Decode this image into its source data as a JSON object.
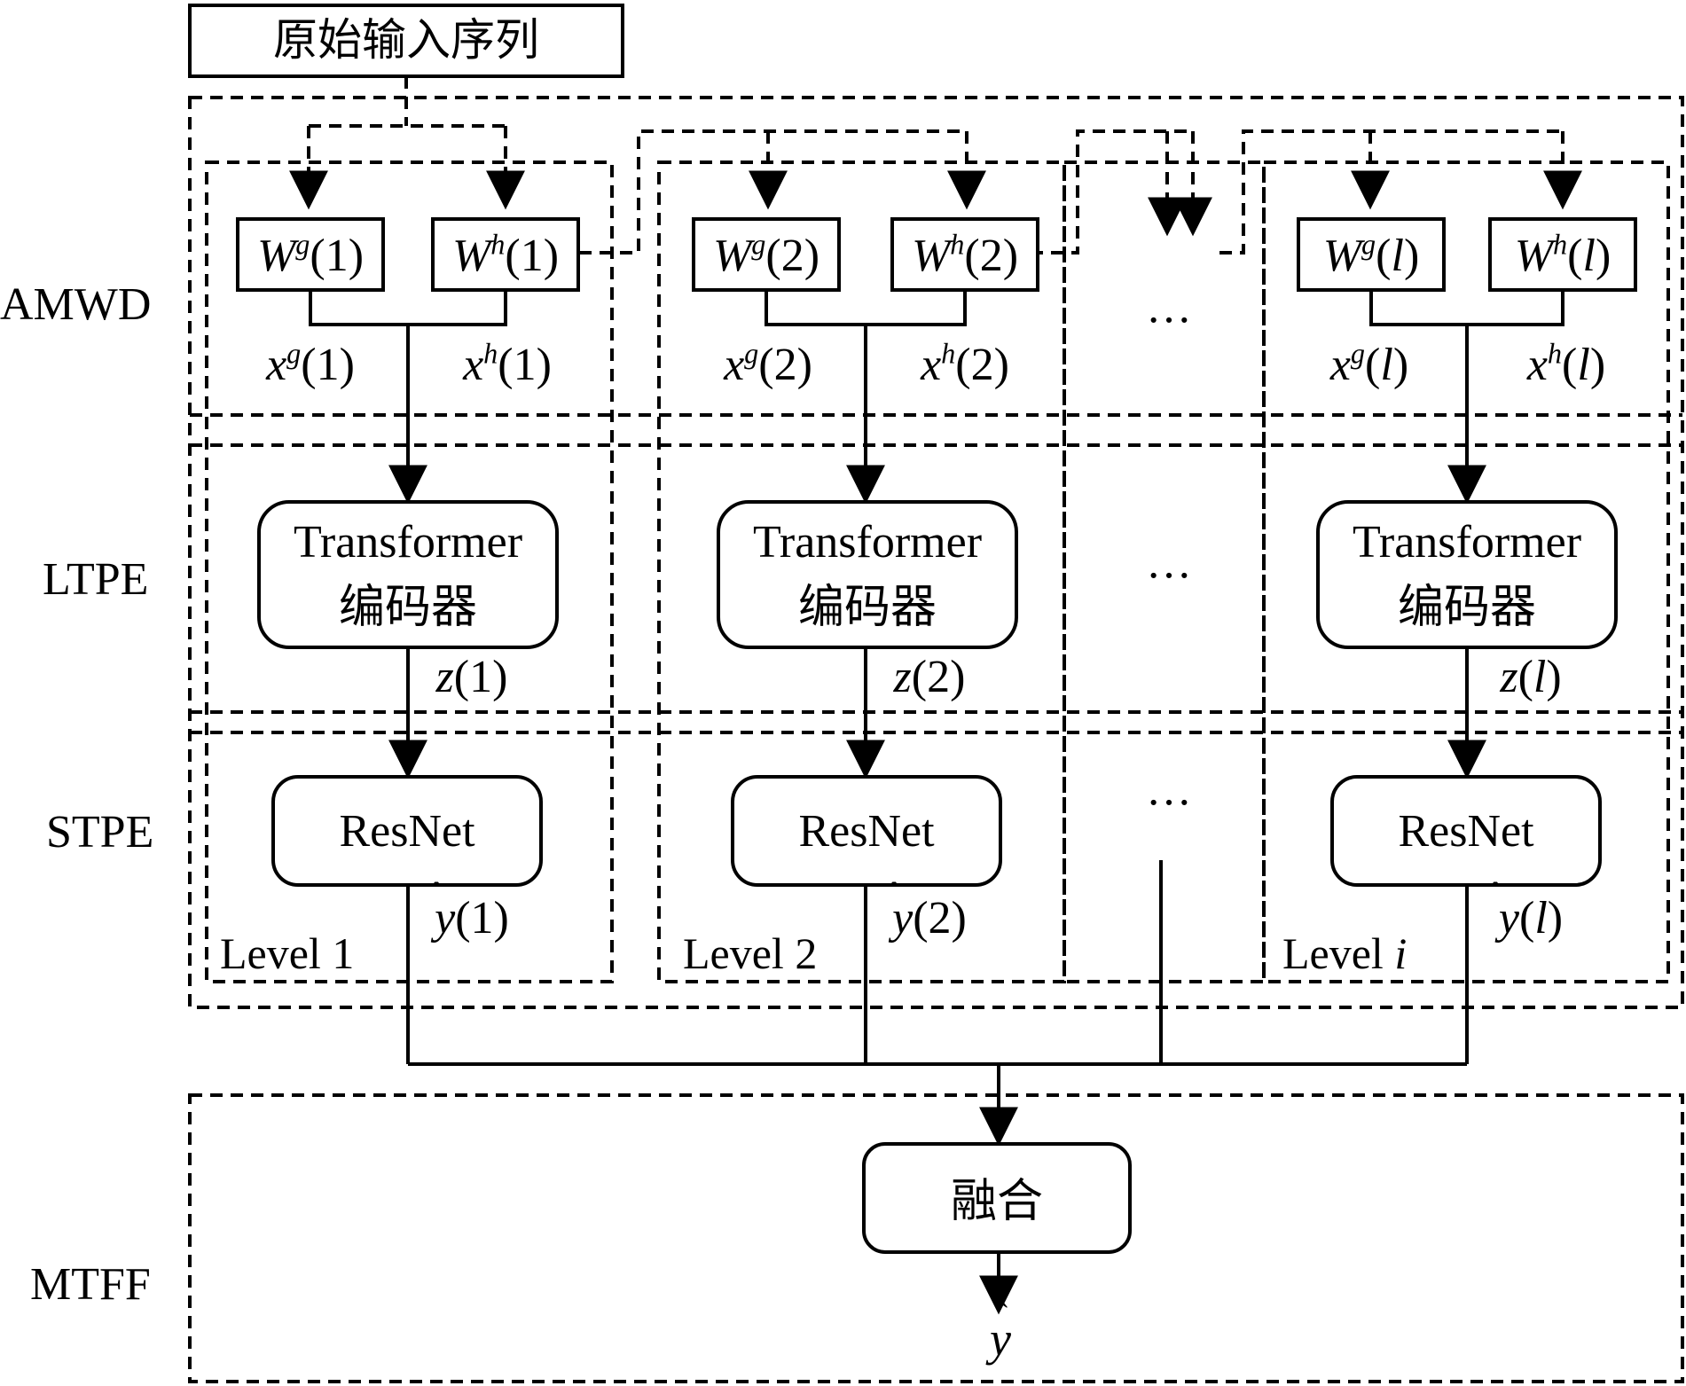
{
  "input_box": {
    "label": "原始输入序列"
  },
  "layers": [
    {
      "id": "amwd",
      "label": "AMWD"
    },
    {
      "id": "ltpe",
      "label": "LTPE"
    },
    {
      "id": "stpe",
      "label": "STPE"
    },
    {
      "id": "mtff",
      "label": "MTFF"
    }
  ],
  "levels": [
    {
      "id": "level-1",
      "label_text": "Level ",
      "label_index": "1",
      "label_index_italic": false,
      "wg": {
        "sym": "W",
        "sup": "g",
        "arg": "(1)",
        "arg_italic": false
      },
      "wh": {
        "sym": "W",
        "sup": "h",
        "arg": "(1)",
        "arg_italic": false
      },
      "xg": {
        "sym": "x",
        "sup": "g",
        "arg": "(1)",
        "arg_italic": false
      },
      "xh": {
        "sym": "x",
        "sup": "h",
        "arg": "(1)",
        "arg_italic": false
      },
      "encoder": {
        "line1": "Transformer",
        "line2": "编码器"
      },
      "z": {
        "sym": "z",
        "arg": "(1)",
        "arg_italic": false
      },
      "resnet": "ResNet",
      "yhat": {
        "sym": "y",
        "arg": "(1)",
        "arg_italic": false
      }
    },
    {
      "id": "level-2",
      "label_text": "Level ",
      "label_index": "2",
      "label_index_italic": false,
      "wg": {
        "sym": "W",
        "sup": "g",
        "arg": "(2)",
        "arg_italic": false
      },
      "wh": {
        "sym": "W",
        "sup": "h",
        "arg": "(2)",
        "arg_italic": false
      },
      "xg": {
        "sym": "x",
        "sup": "g",
        "arg": "(2)",
        "arg_italic": false
      },
      "xh": {
        "sym": "x",
        "sup": "h",
        "arg": "(2)",
        "arg_italic": false
      },
      "encoder": {
        "line1": "Transformer",
        "line2": "编码器"
      },
      "z": {
        "sym": "z",
        "arg": "(2)",
        "arg_italic": false
      },
      "resnet": "ResNet",
      "yhat": {
        "sym": "y",
        "arg": "(2)",
        "arg_italic": false
      }
    },
    {
      "id": "level-i",
      "label_text": "Level ",
      "label_index": "i",
      "label_index_italic": true,
      "wg": {
        "sym": "W",
        "sup": "g",
        "arg": "(l)",
        "arg_italic": true
      },
      "wh": {
        "sym": "W",
        "sup": "h",
        "arg": "(l)",
        "arg_italic": true
      },
      "xg": {
        "sym": "x",
        "sup": "g",
        "arg": "(l)",
        "arg_italic": true
      },
      "xh": {
        "sym": "x",
        "sup": "h",
        "arg": "(l)",
        "arg_italic": true
      },
      "encoder": {
        "line1": "Transformer",
        "line2": "编码器"
      },
      "z": {
        "sym": "z",
        "arg": "(l)",
        "arg_italic": true
      },
      "resnet": "ResNet",
      "yhat": {
        "sym": "y",
        "arg": "(l)",
        "arg_italic": true
      }
    }
  ],
  "ellipsis": "···",
  "fusion": {
    "label": "融合"
  },
  "output": {
    "sym": "y"
  }
}
